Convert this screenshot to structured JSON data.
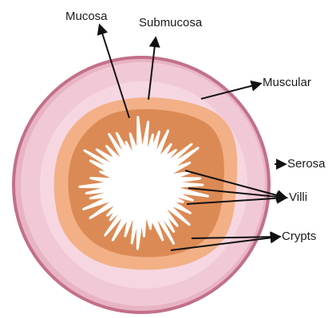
{
  "labels": {
    "mucosa": "Mucosa",
    "submucosa": "Submucosa",
    "muscular": "Muscular",
    "serosa": "Serosa",
    "villi": "Villi",
    "crypts": "Crypts"
  },
  "colors": {
    "serosa_ring": "#e8b4c4",
    "serosa_edge": "#c27088",
    "muscular_layer": "#f1c9d6",
    "submucosa_layer": "#f6d7e1",
    "mucosa_outer": "#f3b086",
    "mucosa_inner": "#dc8a55",
    "lumen": "#ffffff",
    "arrow": "#111111"
  }
}
